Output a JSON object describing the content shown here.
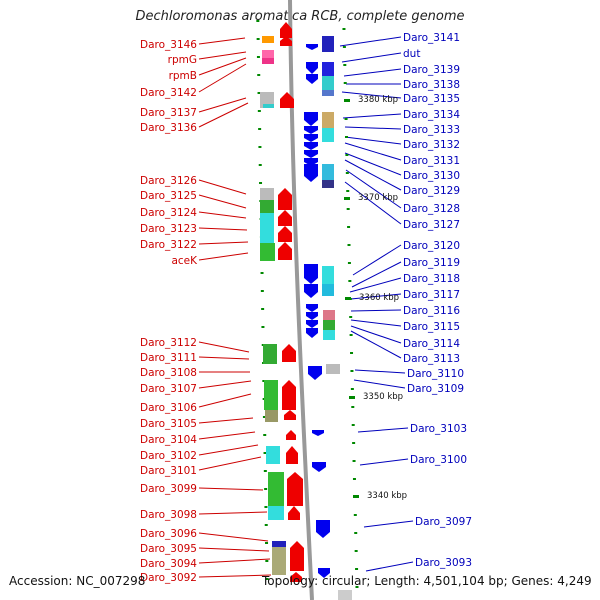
{
  "header": {
    "title": "Dechloromonas aromatica RCB, complete genome"
  },
  "footer": {
    "accession": "Accession: NC_007298",
    "topology": "Topology: circular; Length: 4,501,104 bp; Genes: 4,249"
  },
  "colors": {
    "forward_strand": "#ee0000",
    "reverse_strand": "#0000ee",
    "left_label": "#cc0000",
    "right_label": "#0000bb",
    "backbone": "#999999",
    "tick": "#008800"
  },
  "scale_labels": [
    "3380 kbp",
    "3370 kbp",
    "3360 kbp",
    "3350 kbp",
    "3340 kbp"
  ],
  "left_labels": [
    "Daro_3146",
    "rpmG",
    "rpmB",
    "Daro_3142",
    "Daro_3137",
    "Daro_3136",
    "Daro_3126",
    "Daro_3125",
    "Daro_3124",
    "Daro_3123",
    "Daro_3122",
    "aceK",
    "Daro_3112",
    "Daro_3111",
    "Daro_3108",
    "Daro_3107",
    "Daro_3106",
    "Daro_3105",
    "Daro_3104",
    "Daro_3102",
    "Daro_3101",
    "Daro_3099",
    "Daro_3098",
    "Daro_3096",
    "Daro_3095",
    "Daro_3094",
    "Daro_3092"
  ],
  "right_labels": [
    "Daro_3141",
    "dut",
    "Daro_3139",
    "Daro_3138",
    "Daro_3135",
    "Daro_3134",
    "Daro_3133",
    "Daro_3132",
    "Daro_3131",
    "Daro_3130",
    "Daro_3129",
    "Daro_3128",
    "Daro_3127",
    "Daro_3120",
    "Daro_3119",
    "Daro_3118",
    "Daro_3117",
    "Daro_3116",
    "Daro_3115",
    "Daro_3114",
    "Daro_3113",
    "Daro_3110",
    "Daro_3109",
    "Daro_3103",
    "Daro_3100",
    "Daro_3097",
    "Daro_3093"
  ]
}
